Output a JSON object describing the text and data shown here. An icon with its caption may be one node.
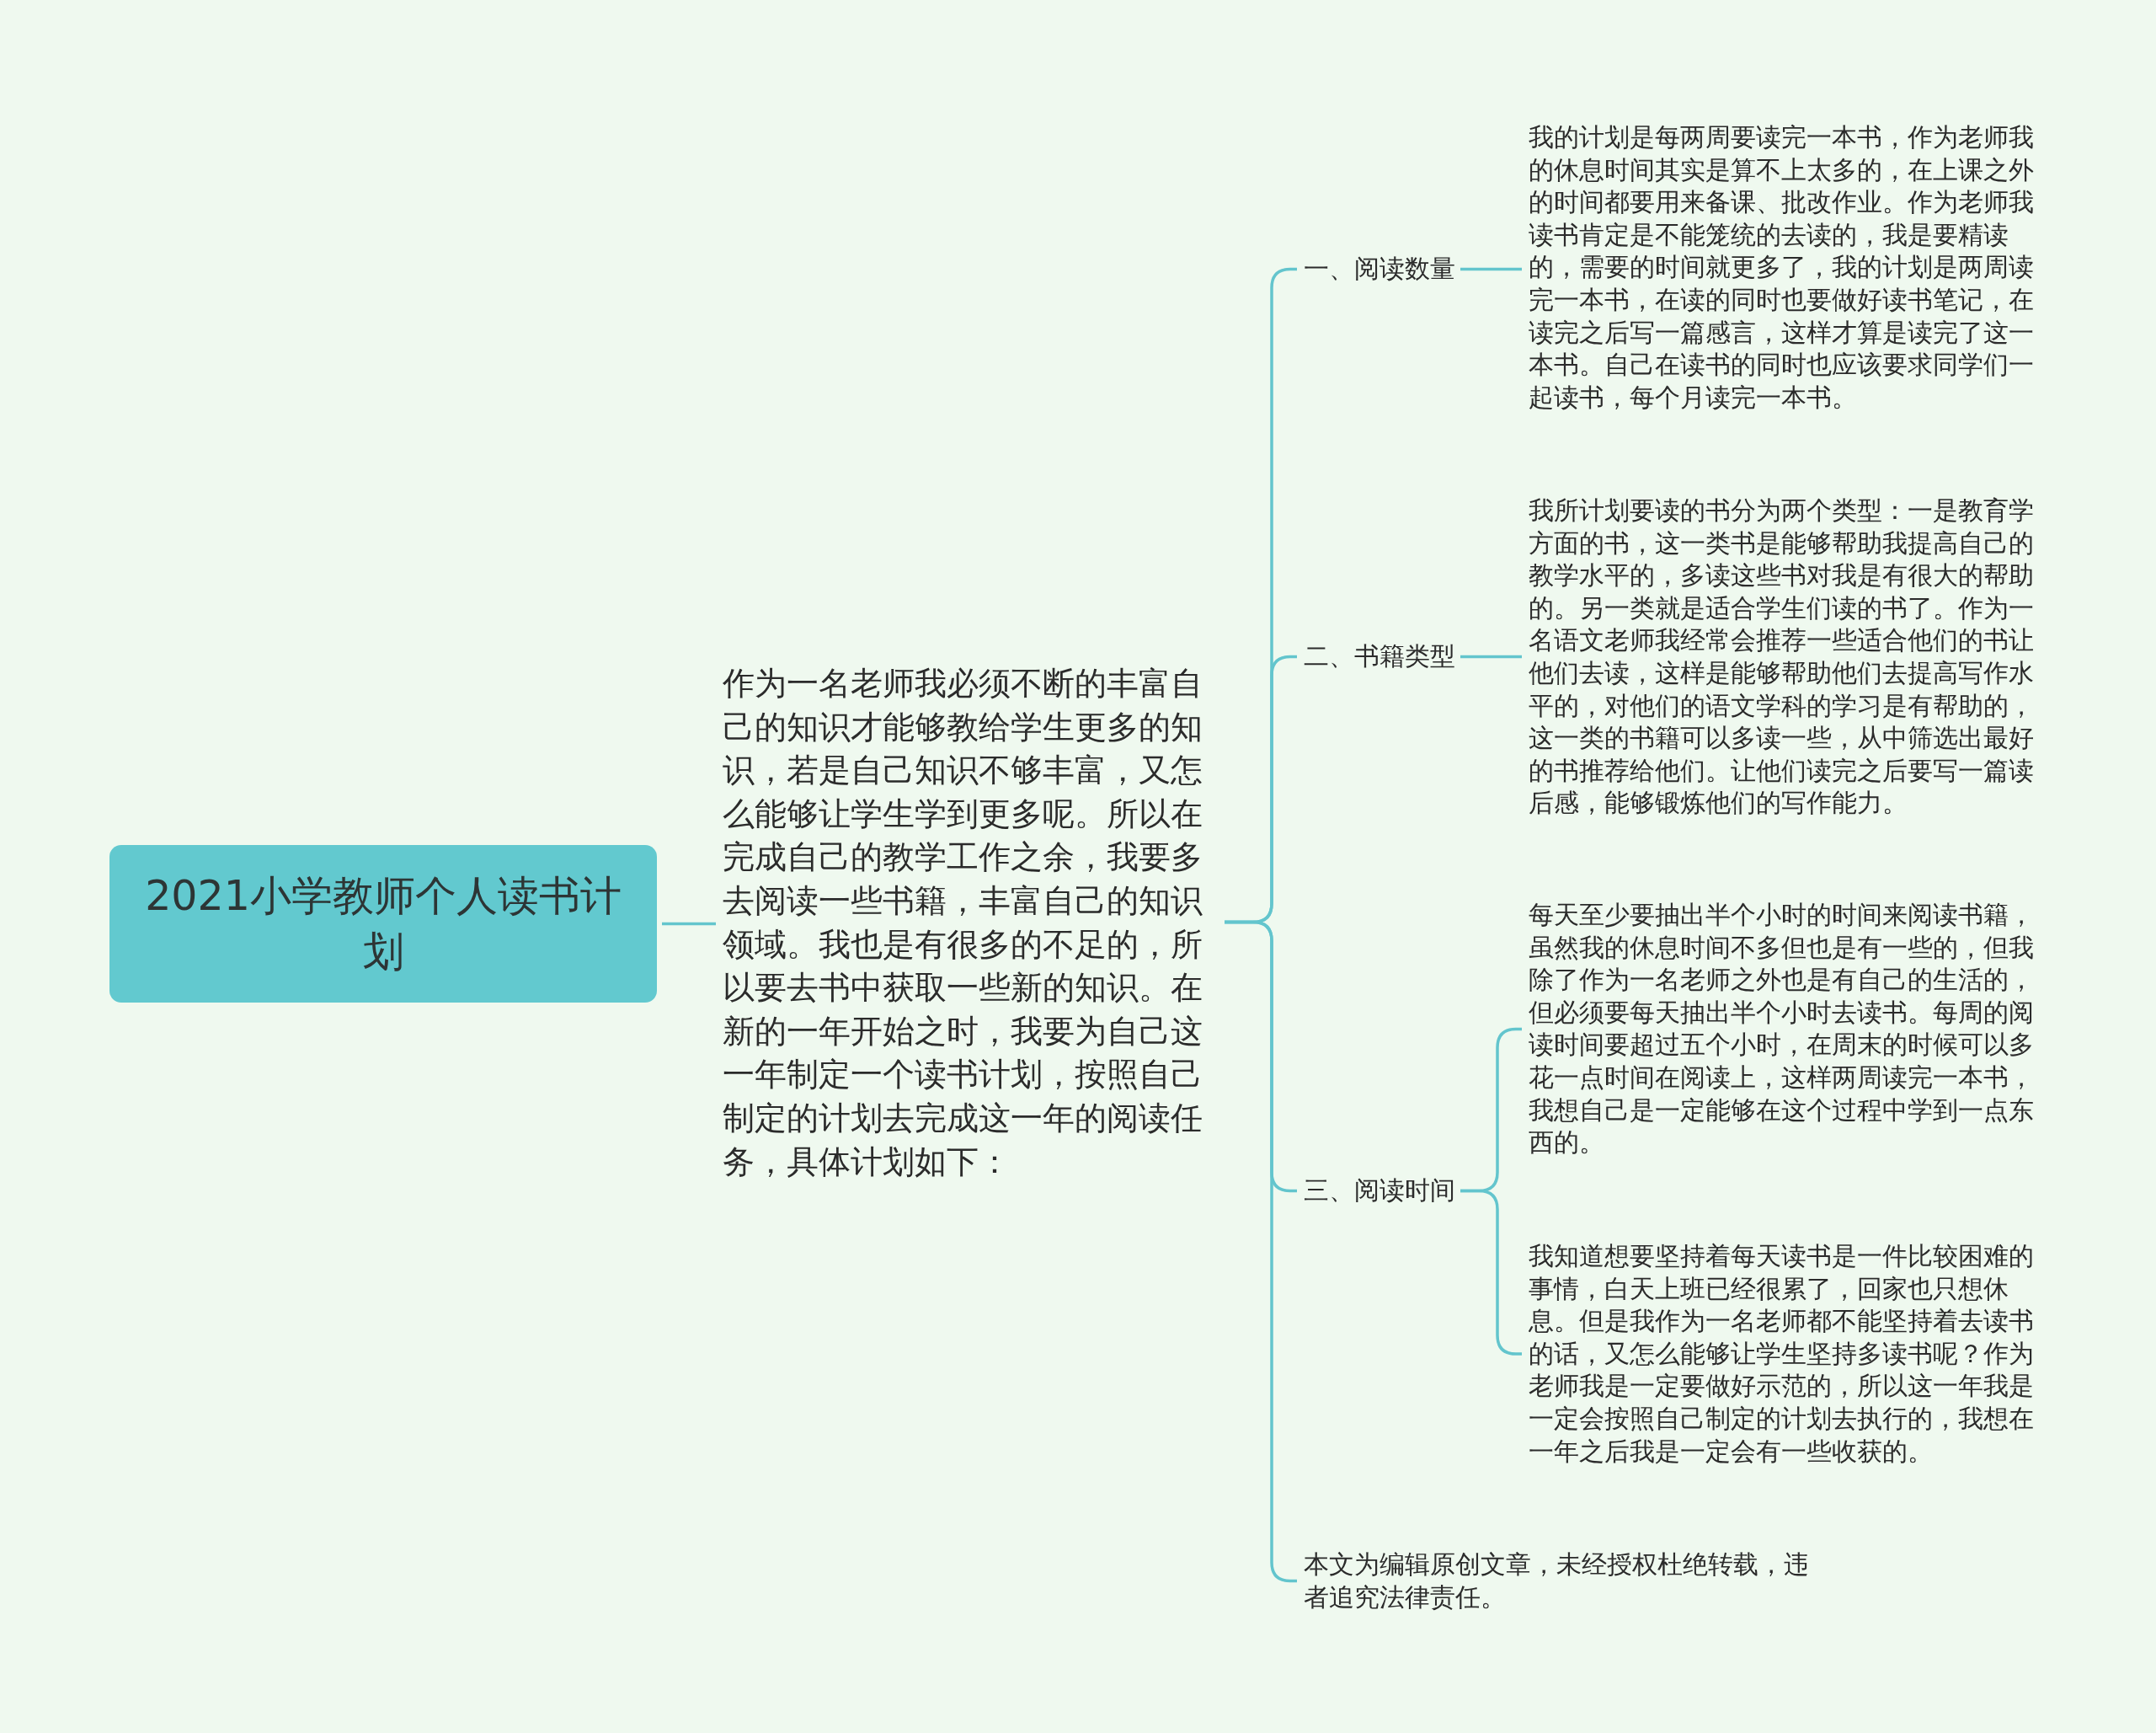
{
  "diagram": {
    "nodes": [
      {
        "text": [
          "2021小学教师个人读书计划"
        ]
      },
      {
        "text": [
          "作为一名老师我必须不断的丰富自己的知识才能够教给学生更多的知识，若是自己知识不够丰富，又怎么能够让学生学到更多呢。所以在完成自己的教学工作之余，我要多去阅读一些书籍，丰富自己的知识领域。我也是有很多的不足的，所以要去书中获取一些新的知识。在新的一年开始之时，我要为自己这一年制定一个读书计划，按照自己制定的计划去完成这一年的阅读任务，具体计划如下："
        ]
      },
      {
        "text": [
          "一、阅读数量"
        ]
      },
      {
        "text": [
          "我的计划是每两周要读完一本书，作为老师我的休息时间其实是算不上太多的，在上课之外的时间都要用来备课、批改作业。作为老师我读书肯定是不能笼统的去读的，我是要精读的，需要的时间就更多了，我的计划是两周读完一本书，在读的同时也要做好读书笔记，在读完之后写一篇感言，这样才算是读完了这一本书。自己在读书的同时也应该要求同学们一起读书，每个月读完一本书。"
        ]
      },
      {
        "text": [
          "二、书籍类型"
        ]
      },
      {
        "text": [
          "我所计划要读的书分为两个类型：一是教育学方面的书，这一类书是能够帮助我提高自己的教学水平的，多读这些书对我是有很大的帮助的。另一类就是适合学生们读的书了。作为一名语文老师我经常会推荐一些适合他们的书让他们去读，这样是能够帮助他们去提高写作水平的，对他们的语文学科的学习是有帮助的，这一类的书籍可以多读一些，从中筛选出最好的书推荐给他们。让他们读完之后要写一篇读后感，能够锻炼他们的写作能力。"
        ]
      },
      {
        "text": [
          "三、阅读时间"
        ]
      },
      {
        "text": [
          "每天至少要抽出半个小时的时间来阅读书籍，虽然我的休息时间不多但也是有一些的，但我除了作为一名老师之外也是有自己的生活的，但必须要每天抽出半个小时去读书。每周的阅读时间要超过五个小时，在周末的时候可以多花一点时间在阅读上，这样两周读完一本书，我想自己是一定能够在这个过程中学到一点东西的。"
        ]
      },
      {
        "text": [
          "我知道想要坚持着每天读书是一件比较困难的事情，白天上班已经很累了，回家也只想休息。但是我作为一名老师都不能坚持着去读书的话，又怎么能够让学生坚持多读书呢？作为老师我是一定要做好示范的，所以这一年我是一定会按照自己制定的计划去执行的，我想在一年之后我是一定会有一些收获的。"
        ]
      },
      {
        "text": [
          "本文为编辑原创文章，未经授权杜绝转载，违者追究法律责任。"
        ]
      }
    ],
    "edges": [
      {
        "from": 0,
        "to": 1,
        "arrow": "none"
      },
      {
        "from": 1,
        "to": 2,
        "arrow": "none"
      },
      {
        "from": 1,
        "to": 4,
        "arrow": "none"
      },
      {
        "from": 1,
        "to": 6,
        "arrow": "none"
      },
      {
        "from": 1,
        "to": 9,
        "arrow": "none"
      },
      {
        "from": 2,
        "to": 3,
        "arrow": "none"
      },
      {
        "from": 4,
        "to": 5,
        "arrow": "none"
      },
      {
        "from": 6,
        "to": 7,
        "arrow": "none"
      },
      {
        "from": 6,
        "to": 8,
        "arrow": "none"
      }
    ]
  }
}
